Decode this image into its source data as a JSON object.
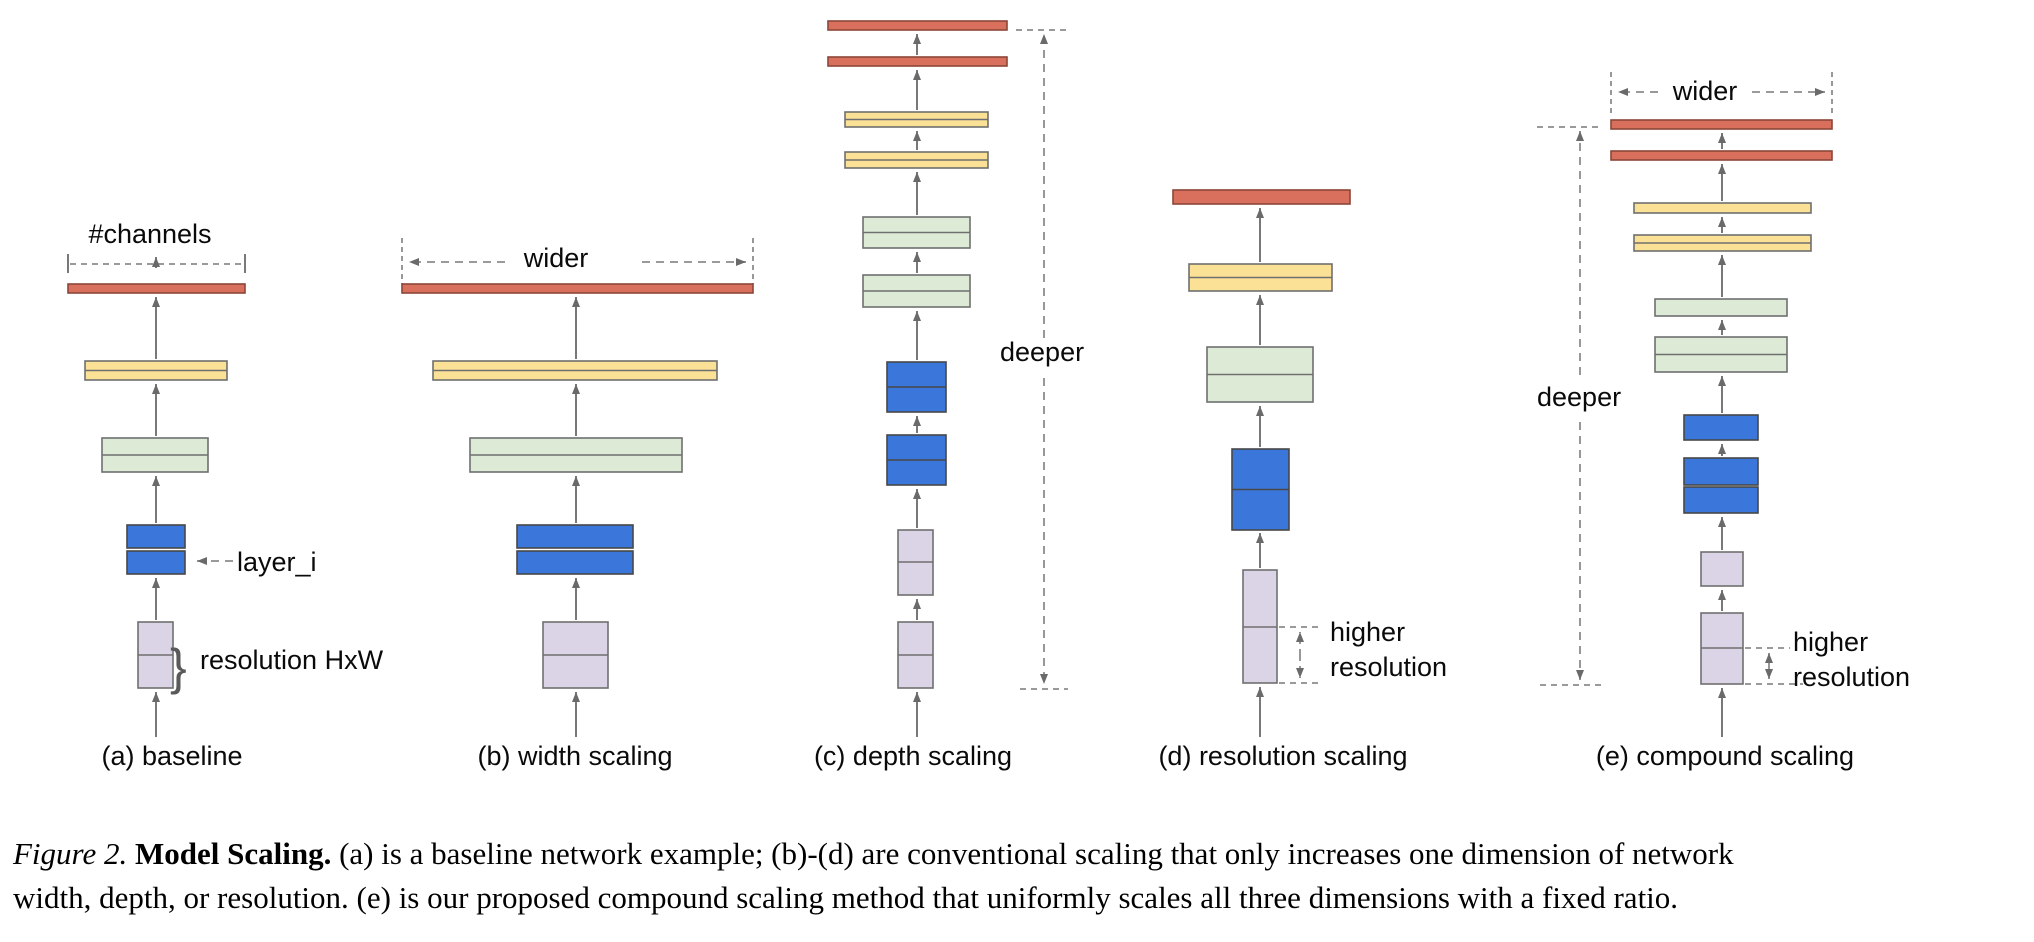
{
  "figure": {
    "colors": {
      "red": "#D9705E",
      "red_border": "#8C4538",
      "yellow": "#FBE196",
      "green": "#DDEBD6",
      "blue": "#3B77DB",
      "blue_border": "#474747",
      "purple": "#DBD4E7",
      "box_border": "#6f6f6f",
      "arrow": "#6a6a6a",
      "dash": "#8c8c8c",
      "text": "#0a0a0a"
    },
    "annotations": {
      "channels": "#channels",
      "layer": "layer_i",
      "resolution_hxw": "resolution HxW",
      "wider": "wider",
      "deeper": "deeper",
      "higher": "higher",
      "resolution": "resolution"
    },
    "glyphs": {
      "brace": "}"
    },
    "panels": [
      {
        "label": "(a) baseline"
      },
      {
        "label": "(b) width scaling"
      },
      {
        "label": "(c) depth scaling"
      },
      {
        "label": "(d) resolution scaling"
      },
      {
        "label": "(e) compound scaling"
      }
    ],
    "caption": {
      "figure_label": "Figure 2.",
      "title": "Model Scaling.",
      "line1": "(a) is a baseline network example; (b)-(d) are conventional scaling that only increases one dimension of network",
      "line2": "width, depth, or resolution. (e) is our proposed compound scaling method that uniformly scales all three dimensions with a fixed ratio."
    }
  }
}
